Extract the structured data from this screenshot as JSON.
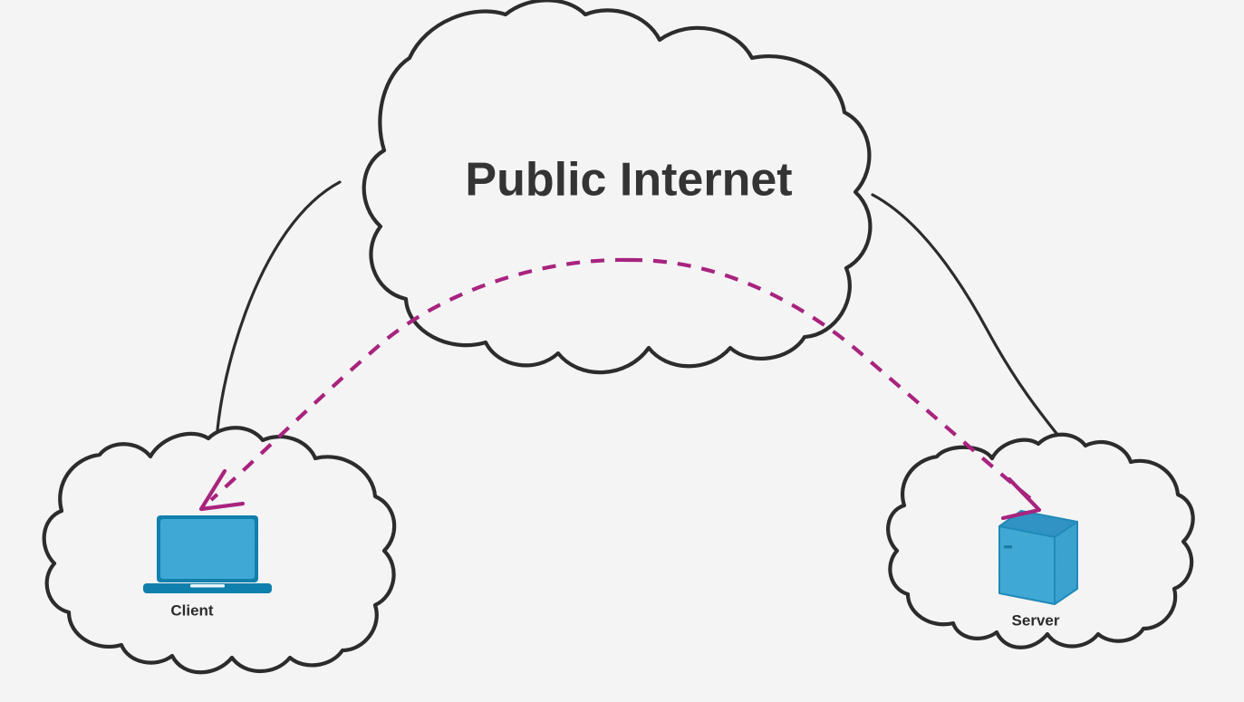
{
  "diagram": {
    "type": "network-topology",
    "background_color": "#f5f5f5",
    "stroke_color": "#2b2b2b",
    "accent_color": "#a8227e",
    "device_color": "#3fa8d4",
    "device_color_dark": "#0e7fad"
  },
  "internet": {
    "label": "Public Internet",
    "shape": "cloud"
  },
  "client": {
    "label": "Client",
    "icon": "laptop-icon",
    "shape": "cloud"
  },
  "server": {
    "label": "Server",
    "icon": "server-tower-icon",
    "shape": "cloud"
  },
  "connections": [
    {
      "name": "client-to-internet",
      "style": "solid",
      "color": "#2b2b2b"
    },
    {
      "name": "internet-to-server",
      "style": "solid",
      "color": "#2b2b2b"
    }
  ],
  "flows": [
    {
      "name": "flow-to-client",
      "style": "dashed",
      "color": "#a8227e",
      "arrow": true
    },
    {
      "name": "flow-to-server",
      "style": "dashed",
      "color": "#a8227e",
      "arrow": true
    }
  ]
}
